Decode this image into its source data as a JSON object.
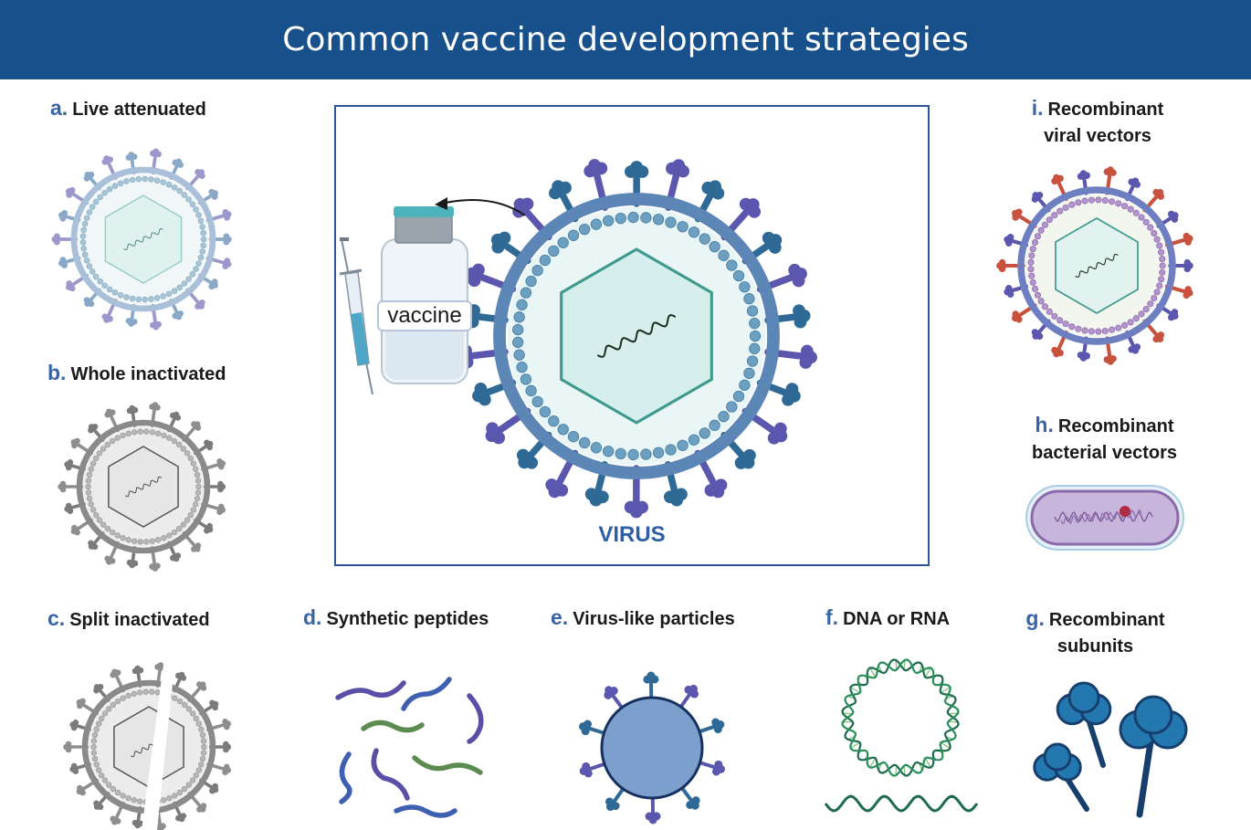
{
  "title": "Common vaccine development strategies",
  "center": {
    "vaccine_label": "vaccine",
    "virus_label": "VIRUS"
  },
  "items": {
    "a": {
      "letter": "a.",
      "line1": "Live attenuated"
    },
    "b": {
      "letter": "b.",
      "line1": "Whole inactivated"
    },
    "c": {
      "letter": "c.",
      "line1": "Split inactivated"
    },
    "d": {
      "letter": "d.",
      "line1": "Synthetic peptides"
    },
    "e": {
      "letter": "e.",
      "line1": "Virus-like particles"
    },
    "f": {
      "letter": "f.",
      "line1": "DNA or RNA"
    },
    "g": {
      "letter": "g.",
      "line1": "Recombinant",
      "line2": "subunits"
    },
    "h": {
      "letter": "h.",
      "line1": "Recombinant",
      "line2": "bacterial vectors"
    },
    "i": {
      "letter": "i.",
      "line1": "Recombinant",
      "line2": "viral vectors"
    }
  },
  "colors": {
    "banner": "#17508a",
    "letter": "#3a64a8",
    "frame": "#2b5597",
    "virus_membrane": "#5c86b5",
    "capsid": "#4fa59a",
    "spike_dark": "#2e6a95",
    "spike_purple": "#5b57ae",
    "grey": "#8a8a8a",
    "peptide_blue": "#3f5fb0",
    "peptide_purple": "#5a4fa6",
    "peptide_green": "#5b8b4f",
    "vlp_fill": "#7d9fce",
    "dna_green": "#1f6b4f",
    "subunit": "#2478b0",
    "bacteria": "#c8b5dc",
    "red_spike": "#c8523d"
  }
}
